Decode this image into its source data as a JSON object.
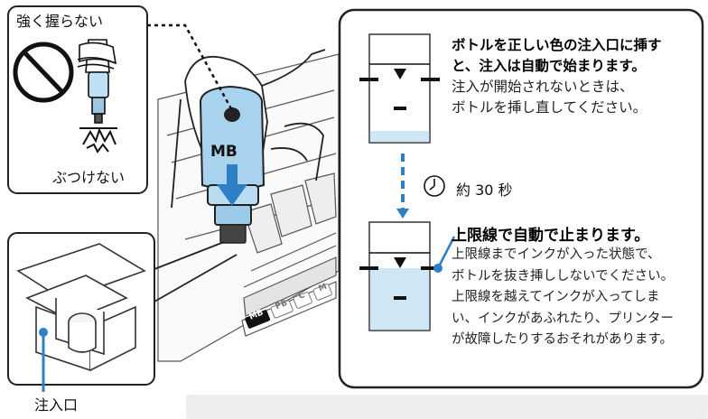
{
  "caution": {
    "top_label": "強く握らない",
    "bottom_label": "ぶつけない"
  },
  "inlet_label": "注入口",
  "bottle_label": "MB",
  "slot_labels": [
    "MB",
    "PB",
    "C",
    "M"
  ],
  "step1": {
    "heading_line1": "ボトルを正しい色の注入口に挿す",
    "heading_line2": "と、注入は自動で始まります。",
    "note_line1": "注入が開始されないときは、",
    "note_line2": "ボトルを挿し直してください。"
  },
  "wait_text": "約 30 秒",
  "step2": {
    "heading": "上限線で自動で止まります。",
    "lines": [
      "上限線までインクが入った状態で、",
      "ボトルを抜き挿ししないでください。",
      "上限線を越えてインクが入ってしま",
      "い、インクがあふれたり、プリンター",
      "が故障したりするおそれがあります。"
    ]
  },
  "colors": {
    "ink": "#cfe6f5",
    "ink_dark": "#8fc1e3",
    "accent_blue": "#2f7fc7",
    "panel_border": "#222222",
    "footer_gray": "#eeeeee"
  }
}
